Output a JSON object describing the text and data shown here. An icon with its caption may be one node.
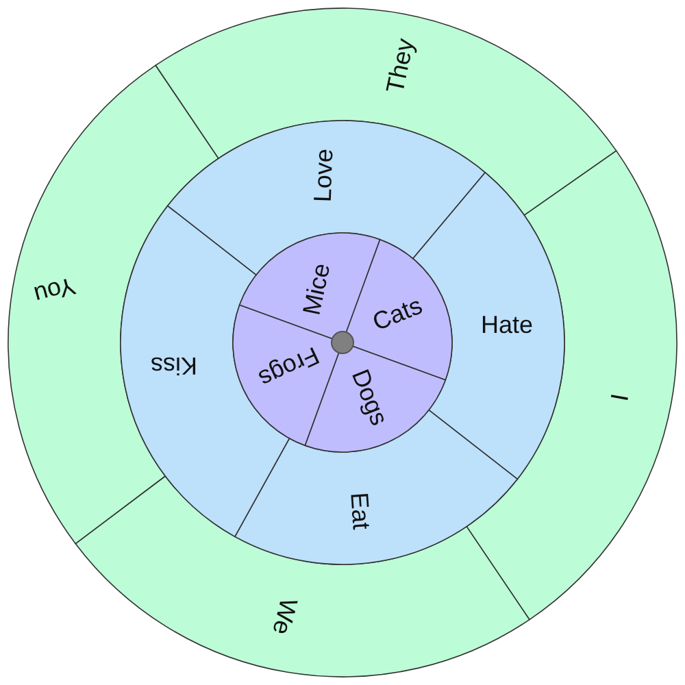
{
  "diagram": {
    "nodes": [
      {
        "text": [
          "They"
        ]
      },
      {
        "text": [
          "I"
        ]
      },
      {
        "text": [
          "We"
        ]
      },
      {
        "text": [
          "You"
        ]
      },
      {
        "text": [
          "Love"
        ]
      },
      {
        "text": [
          "Hate"
        ]
      },
      {
        "text": [
          "Eat"
        ]
      },
      {
        "text": [
          "Kiss"
        ]
      },
      {
        "text": [
          "Mice"
        ]
      },
      {
        "text": [
          "Cats"
        ]
      },
      {
        "text": [
          "Dogs"
        ]
      },
      {
        "text": [
          "Frogs"
        ]
      },
      {
        "text": [],
        "shape": "circle"
      }
    ]
  }
}
